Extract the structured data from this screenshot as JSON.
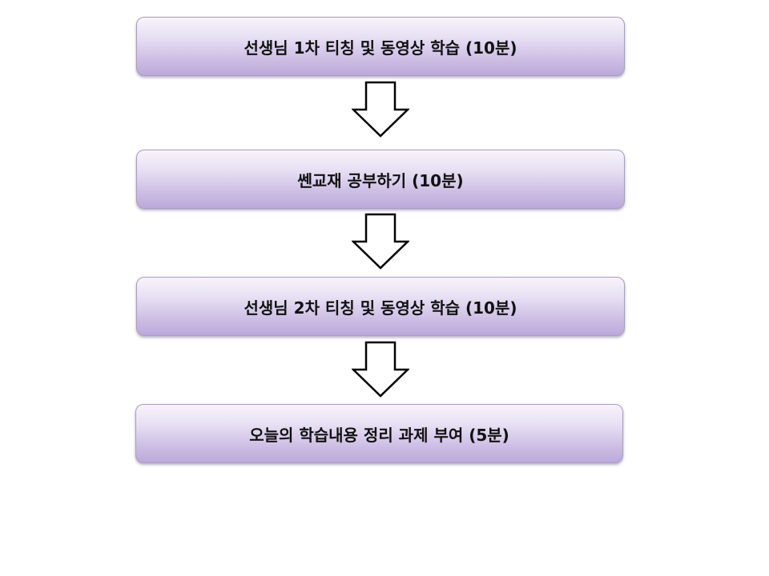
{
  "flowchart": {
    "steps": [
      {
        "label": "선생님 1차 티칭 및 동영상 학습 (10분)"
      },
      {
        "label": "쎈교재 공부하기 (10분)"
      },
      {
        "label": "선생님 2차 티칭 및 동영상 학습 (10분)"
      },
      {
        "label": "오늘의 학습내용 정리 과제 부여 (5분)"
      }
    ],
    "colors": {
      "box_fill_top": "#f7f4fb",
      "box_fill_bottom": "#bba9da",
      "box_border": "#a99cc4",
      "arrow_fill": "#ffffff",
      "arrow_stroke": "#000000"
    },
    "arrow_icon": "down-arrow-outline-icon"
  }
}
